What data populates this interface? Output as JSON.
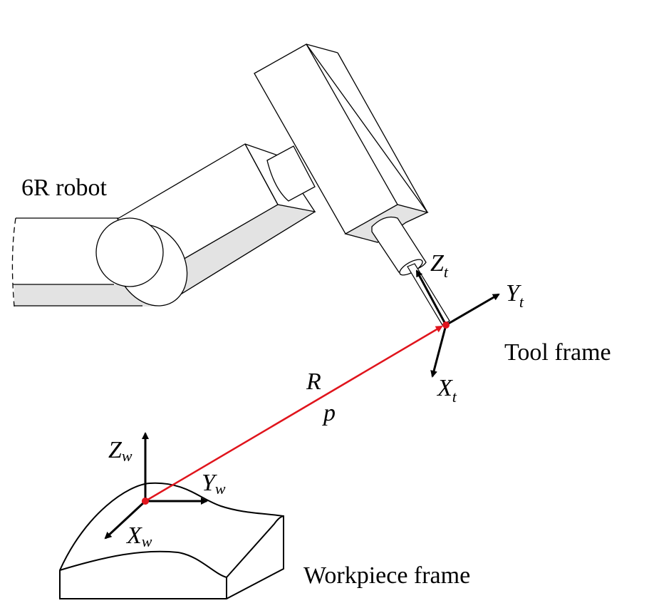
{
  "labels": {
    "robot": "6R robot",
    "tool_frame": "Tool frame",
    "workpiece_frame": "Workpiece frame",
    "rotation": "R",
    "translation": "p"
  },
  "tool_axes": {
    "z": {
      "main": "Z",
      "sub": "t"
    },
    "y": {
      "main": "Y",
      "sub": "t"
    },
    "x": {
      "main": "X",
      "sub": "t"
    }
  },
  "workpiece_axes": {
    "z": {
      "main": "Z",
      "sub": "w"
    },
    "y": {
      "main": "Y",
      "sub": "w"
    },
    "x": {
      "main": "X",
      "sub": "w"
    }
  },
  "colors": {
    "stroke": "#000000",
    "shade": "#e3e3e3",
    "transform_vector": "#e0141c"
  }
}
